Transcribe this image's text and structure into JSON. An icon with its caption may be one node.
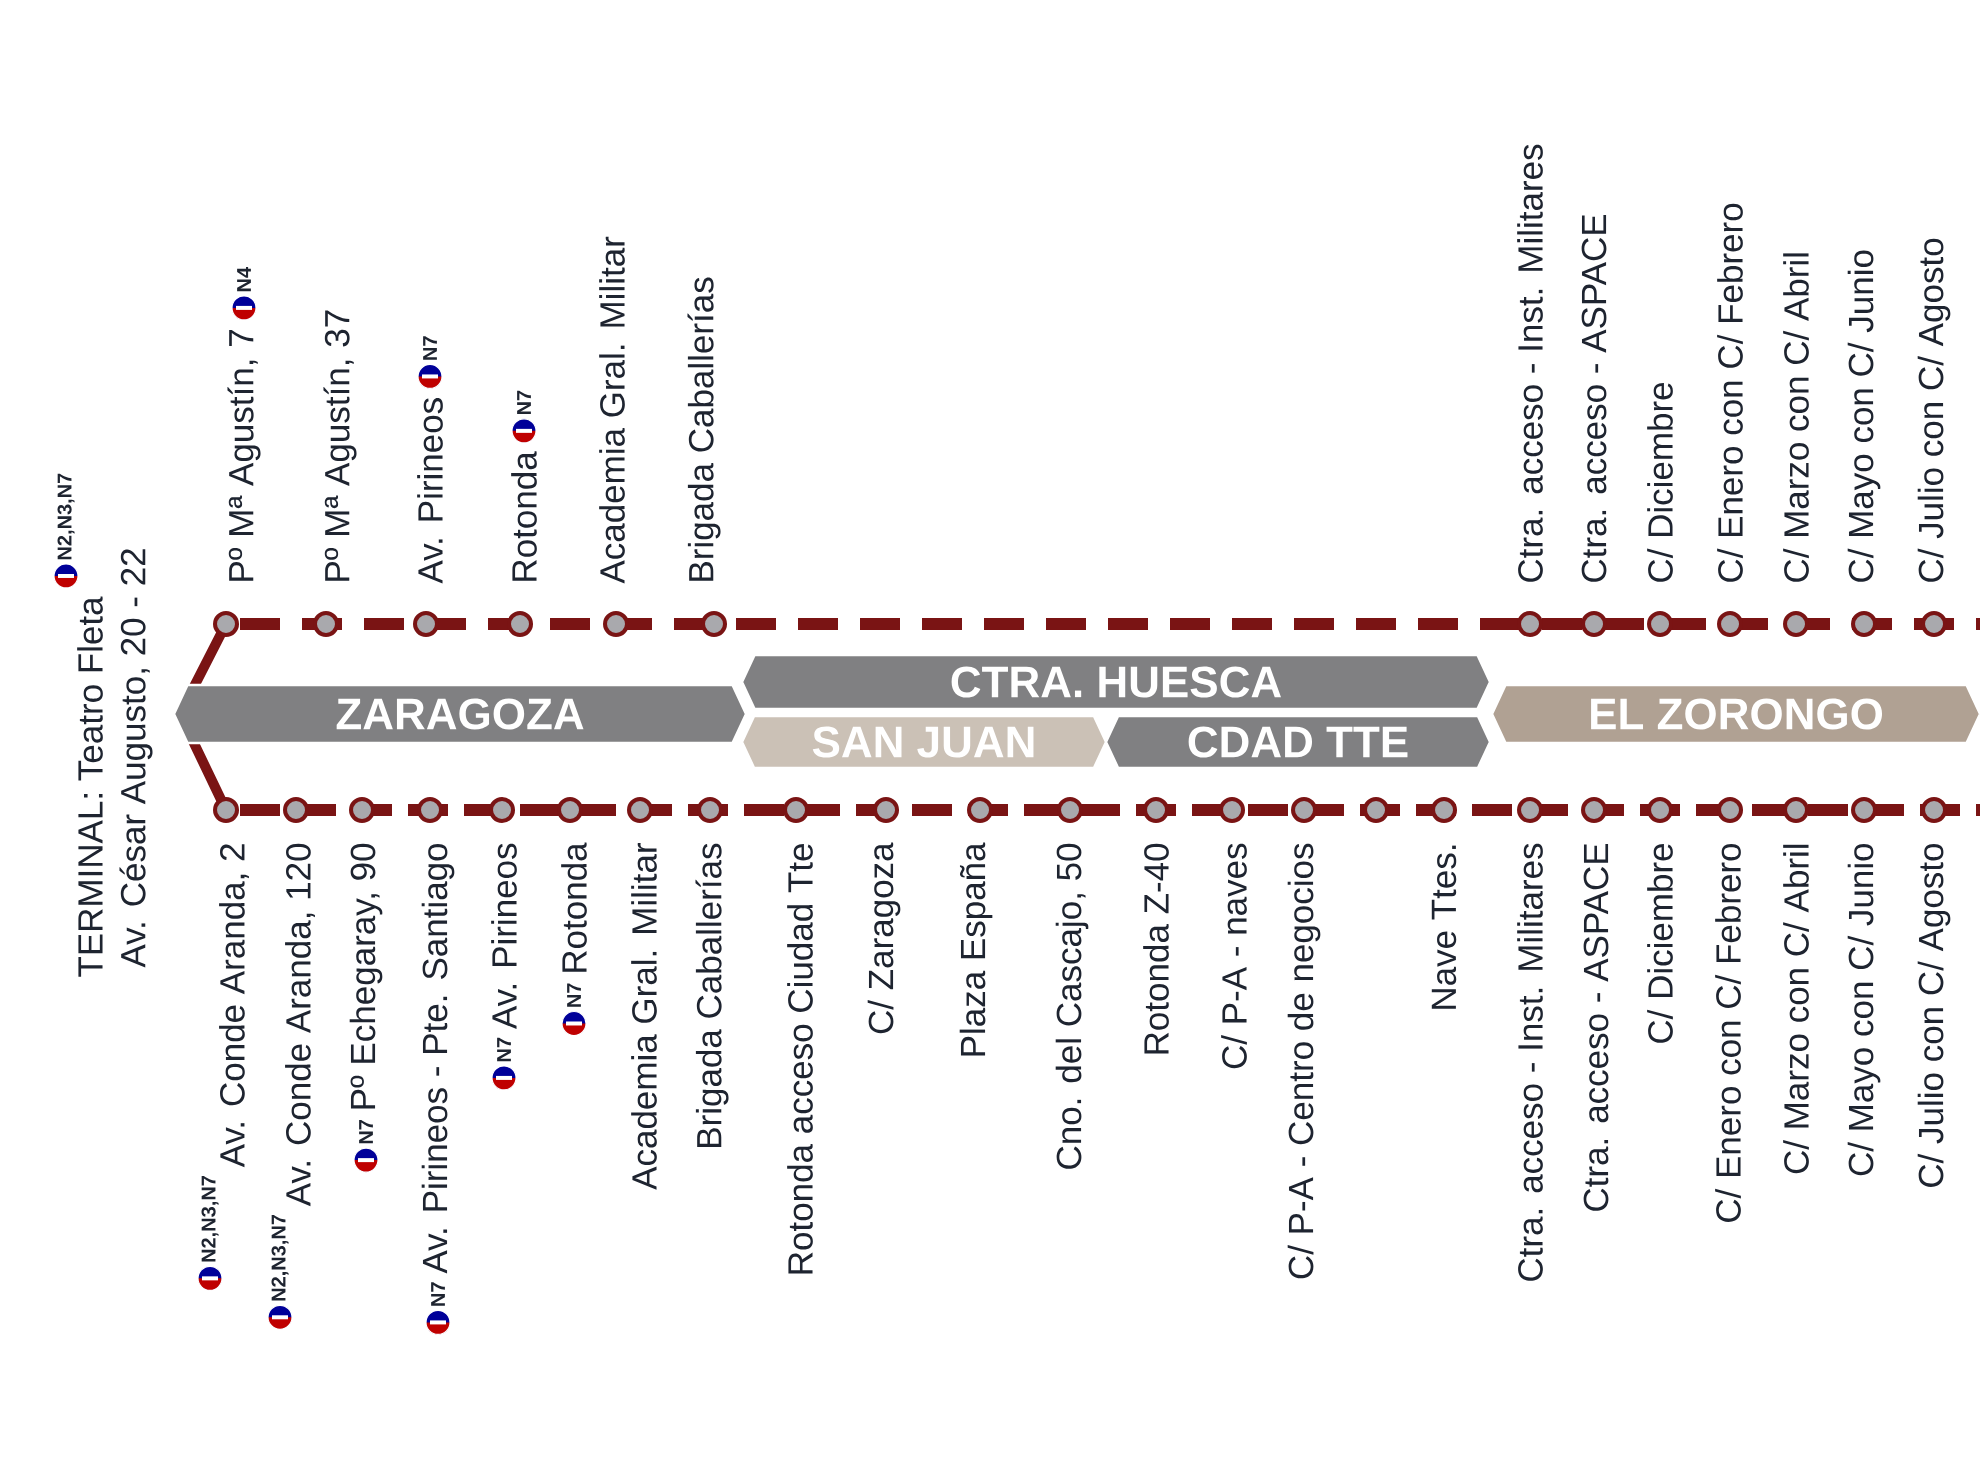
{
  "diagram": {
    "nodes": [
      {
        "text": [
          "ZARAGOZA"
        ]
      },
      {
        "text": [
          "CTRA. HUESCA"
        ]
      },
      {
        "text": [
          "SAN JUAN"
        ]
      },
      {
        "text": [
          "CDAD TTE"
        ]
      },
      {
        "text": [
          "EL ZORONGO"
        ]
      }
    ],
    "labels": [
      "TERMINAL: Teatro Fleta",
      "Av. César Augusto, 20 - 22",
      "N2,N3,N7",
      "Pº Mª Agustín, 7",
      "N4",
      "Pº Mª Agustín, 37",
      "Av. Pirineos",
      "N7",
      "Rotonda",
      "N7",
      "Academia Gral. Militar",
      "Brigada Caballerías",
      "Ctra. acceso - Inst. Militares",
      "Ctra. acceso - ASPACE",
      "C/ Diciembre",
      "C/ Enero con C/ Febrero",
      "C/ Marzo con C/ Abril",
      "C/ Mayo con C/ Junio",
      "C/ Julio con C/ Agosto",
      "Av. Conde Aranda, 2",
      "N2,N3,N7",
      "Av. Conde Aranda, 120",
      "N2,N3,N7",
      "Pº Echegaray, 90",
      "N7",
      "Av. Pirineos - Pte. Santiago",
      "N7",
      "Av. Pirineos",
      "N7",
      "Rotonda",
      "N7",
      "Academia Gral. Militar",
      "Brigada Caballerías",
      "Rotonda acceso Ciudad Tte",
      "C/ Zaragoza",
      "Plaza España",
      "Cno. del Cascajo, 50",
      "Rotonda Z-40",
      "C/ P-A - naves",
      "C/ P-A - Centro de negocios",
      "Nave Ttes.",
      "Ctra. acceso - Inst. Militares",
      "Ctra. acceso - ASPACE",
      "C/ Diciembre",
      "C/ Enero con C/ Febrero",
      "C/ Marzo con C/ Abril",
      "C/ Mayo con C/ Junio",
      "C/ Julio con C/ Agosto"
    ]
  }
}
